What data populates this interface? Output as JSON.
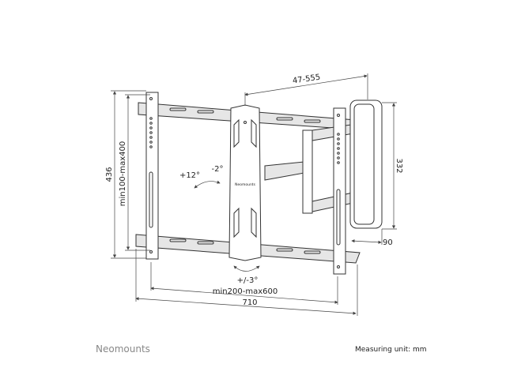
{
  "diagram": {
    "dimensions": {
      "total_height": "436",
      "vesa_vertical": "min100-max400",
      "extension": "47-555",
      "wall_plate_height": "332",
      "wall_plate_width": "90",
      "vesa_horizontal": "min200-max600",
      "total_width": "710"
    },
    "tilt": {
      "up": "+12°",
      "down": "-2°"
    },
    "swivel": "+/-3°",
    "plate_label": "Neomounts"
  },
  "footer": {
    "brand": "Neomounts",
    "unit_note": "Measuring unit: mm"
  }
}
